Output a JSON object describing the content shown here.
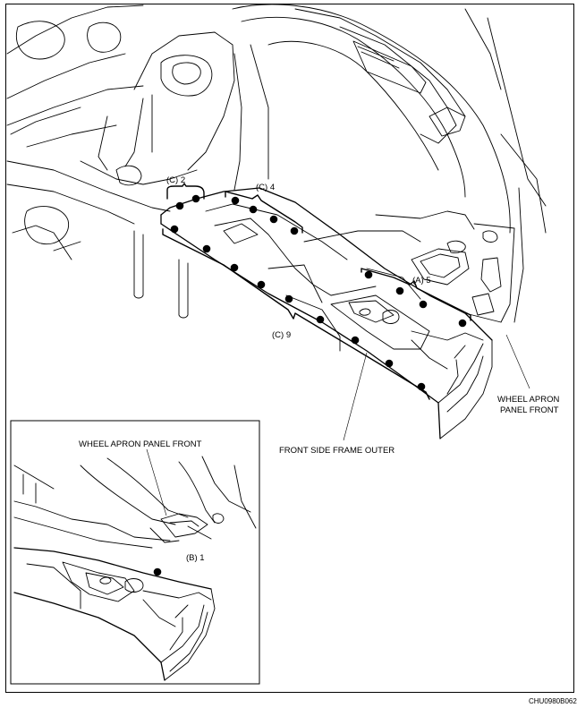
{
  "figure_code": "CHU0980B062",
  "callouts": {
    "c2": "(C) 2",
    "c4": "(C) 4",
    "a5": "(A) 5",
    "c9": "(C) 9",
    "b1": "(B) 1"
  },
  "labels": {
    "wheel_apron_line1": "WHEEL APRON",
    "wheel_apron_line2": "PANEL FRONT",
    "front_side_frame": "FRONT SIDE FRAME OUTER",
    "inset_wheel_apron": "WHEEL APRON PANEL FRONT"
  },
  "weld_groups": [
    {
      "callout": "(C) 2",
      "count": 2
    },
    {
      "callout": "(C) 4",
      "count": 4
    },
    {
      "callout": "(A) 5",
      "count": 5
    },
    {
      "callout": "(C) 9",
      "count": 9
    },
    {
      "callout": "(B) 1",
      "count": 1
    }
  ]
}
